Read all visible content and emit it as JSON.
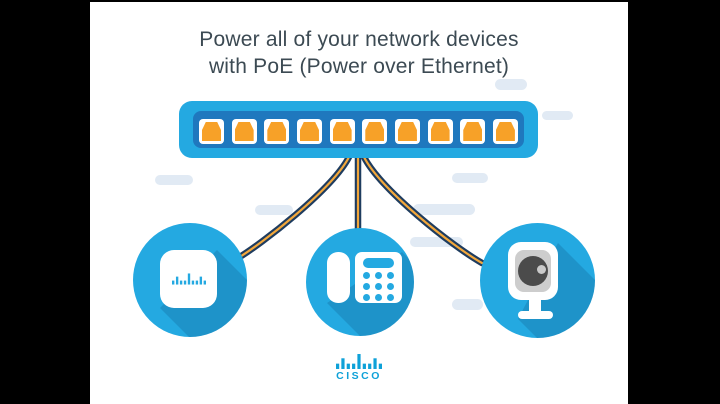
{
  "slide": {
    "title_line1": "Power all of your network devices",
    "title_line2": "with PoE (Power over Ethernet)",
    "title_color": "#3C4A53"
  },
  "switch": {
    "label": "PoE network switch",
    "port_count": 10,
    "port_icon": "rj45-ethernet-port-icon",
    "body_color": "#24A9E1",
    "panel_color": "#1F78BE",
    "port_color": "#F7A128"
  },
  "cables": {
    "count": 3,
    "sheath_color": "#1E3C5F",
    "stripe_color": "#F2A73B"
  },
  "devices": [
    {
      "icon": "wireless-access-point-icon",
      "circle_color": "#24A9E1"
    },
    {
      "icon": "ip-phone-icon",
      "circle_color": "#24A9E1"
    },
    {
      "icon": "security-camera-icon",
      "circle_color": "#24A9E1"
    }
  ],
  "branding": {
    "logo_icon": "cisco-logo",
    "wordmark": "CISCO",
    "color": "#0EA1D8"
  }
}
